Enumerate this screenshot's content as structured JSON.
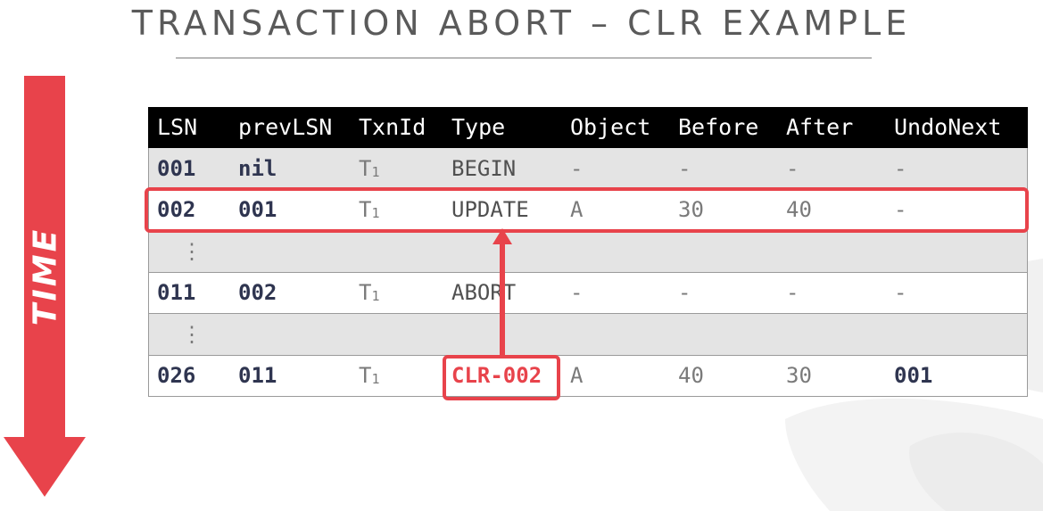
{
  "title": "TRANSACTION ABORT – CLR EXAMPLE",
  "time_label": "TIME",
  "colors": {
    "accent": "#e8434b",
    "header_bg": "#000000",
    "shaded_row": "#e4e4e4"
  },
  "table": {
    "headers": [
      "LSN",
      "prevLSN",
      "TxnId",
      "Type",
      "Object",
      "Before",
      "After",
      "UndoNext"
    ],
    "rows": [
      {
        "lsn": "001",
        "prev": "nil",
        "txn": "T",
        "txn_sub": "1",
        "type": "BEGIN",
        "object": "-",
        "before": "-",
        "after": "-",
        "undo": "-"
      },
      {
        "lsn": "002",
        "prev": "001",
        "txn": "T",
        "txn_sub": "1",
        "type": "UPDATE",
        "object": "A",
        "before": "30",
        "after": "40",
        "undo": "-"
      },
      {
        "ellipsis": "⋮"
      },
      {
        "lsn": "011",
        "prev": "002",
        "txn": "T",
        "txn_sub": "1",
        "type": "ABORT",
        "object": "-",
        "before": "-",
        "after": "-",
        "undo": "-"
      },
      {
        "ellipsis": "⋮"
      },
      {
        "lsn": "026",
        "prev": "011",
        "txn": "T",
        "txn_sub": "1",
        "type": "CLR-002",
        "object": "A",
        "before": "40",
        "after": "30",
        "undo": "001"
      }
    ]
  }
}
